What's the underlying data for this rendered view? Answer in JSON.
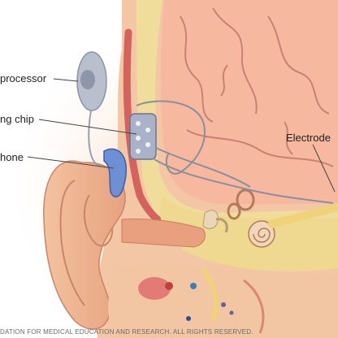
{
  "labels": {
    "processor": "processor",
    "receiving_chip": "ng chip",
    "microphone": "hone",
    "electrode": "Electrode"
  },
  "copyright": "DATION FOR MEDICAL EDUCATION AND RESEARCH. ALL RIGHTS RESERVED.",
  "colors": {
    "skin": "#f4c7a6",
    "skin_shadow": "#e8a783",
    "bone": "#f1e3a6",
    "brain": "#f6b9a0",
    "brain_fold": "#c98272",
    "muscle": "#d9706a",
    "device_gray": "#a8b0c2",
    "wire": "#8a8f9a",
    "nerve": "#f0d27a",
    "blue_mic": "#5c7ec7"
  }
}
